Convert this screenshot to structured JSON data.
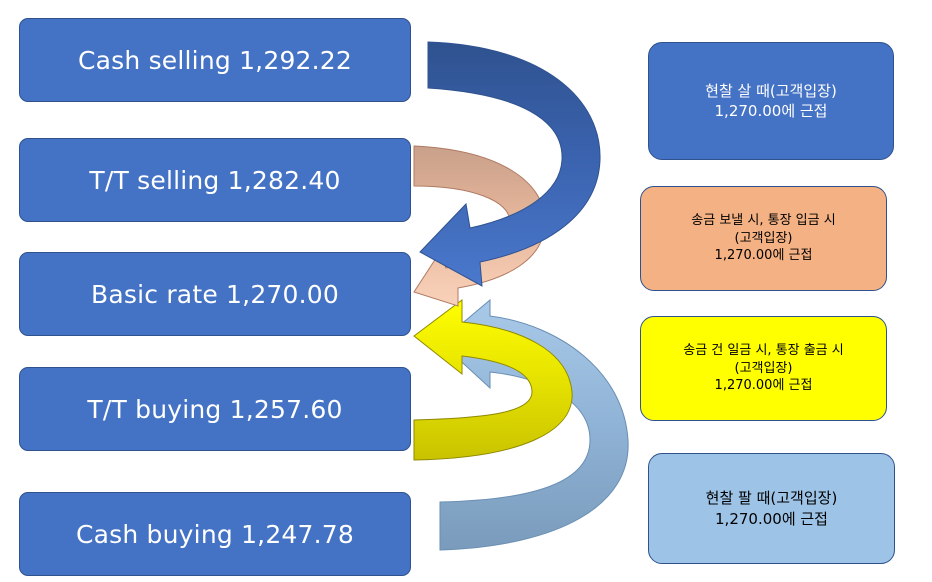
{
  "rates": {
    "cash_selling": "Cash selling 1,292.22",
    "tt_selling": "T/T selling 1,282.40",
    "basic_rate": "Basic rate 1,270.00",
    "tt_buying": "T/T buying 1,257.60",
    "cash_buying": "Cash buying 1,247.78"
  },
  "notes": {
    "cash_selling": {
      "line1": "현찰 살 때(고객입장)",
      "line2": "1,270.00에 근접"
    },
    "tt_selling": {
      "line1": "송금 보낼 시, 통장 입금 시",
      "line2": "(고객입장)",
      "line3": "1,270.00에 근접"
    },
    "tt_buying": {
      "line1": "송금 건 일금 시, 통장 출금 시",
      "line2": "(고객입장)",
      "line3": "1,270.00에 근접"
    },
    "cash_buying": {
      "line1": "현찰 팔 때(고객입장)",
      "line2": "1,270.00에 근접"
    }
  },
  "colors": {
    "rate_box": "#4472c4",
    "note_cash_selling": "#4472c4",
    "note_tt_selling": "#f4b183",
    "note_tt_buying": "#ffff00",
    "note_cash_buying": "#9dc3e6",
    "arrow_cash_selling": "#4472c4",
    "arrow_tt_selling": "#f8cbad",
    "arrow_tt_buying": "#ffff00",
    "arrow_cash_buying": "#9dc3e6"
  }
}
